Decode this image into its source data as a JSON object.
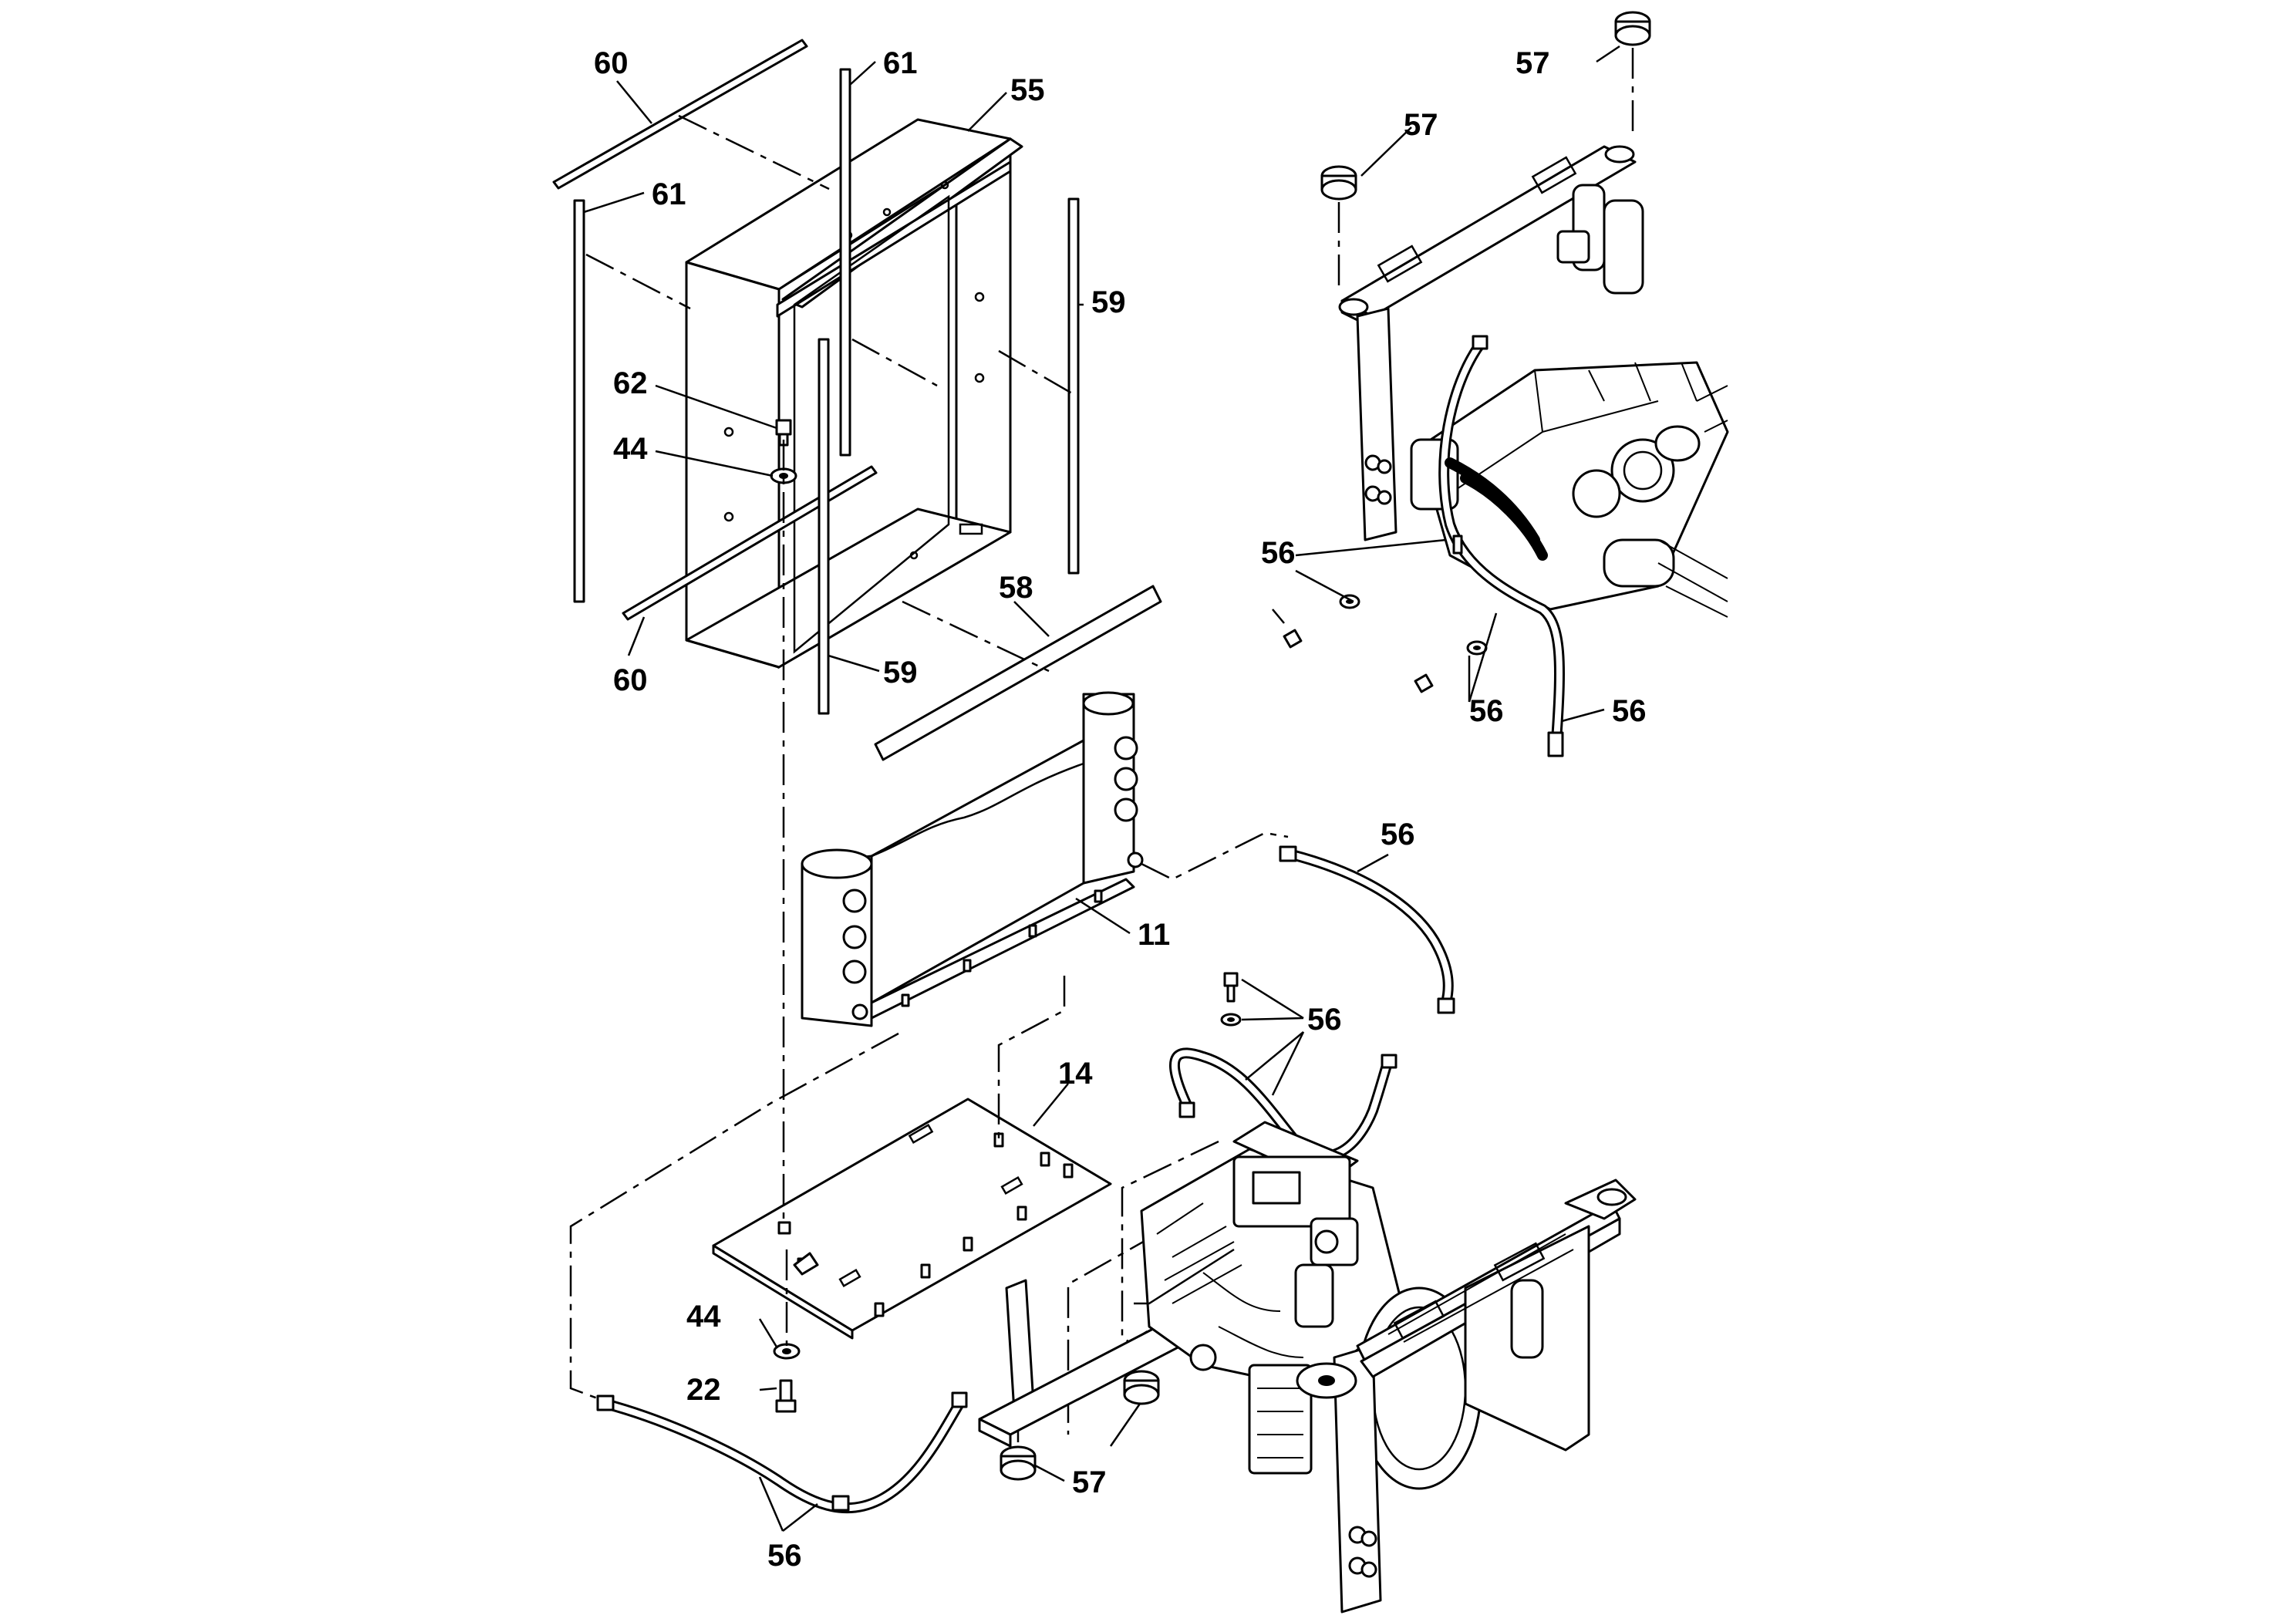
{
  "diagram": {
    "type": "exploded-parts-diagram",
    "callouts": {
      "c60a": "60",
      "c61a": "61",
      "c55": "55",
      "c61b": "61",
      "c59a": "59",
      "c62": "62",
      "c44a": "44",
      "c60b": "60",
      "c59b": "59",
      "c58": "58",
      "c11": "11",
      "c56a": "56",
      "c14": "14",
      "c56b": "56",
      "c44b": "44",
      "c22": "22",
      "c57a": "57",
      "c56c": "56",
      "c57b": "57",
      "c57c": "57",
      "c56d": "56",
      "c56e": "56",
      "c56f": "56"
    }
  }
}
